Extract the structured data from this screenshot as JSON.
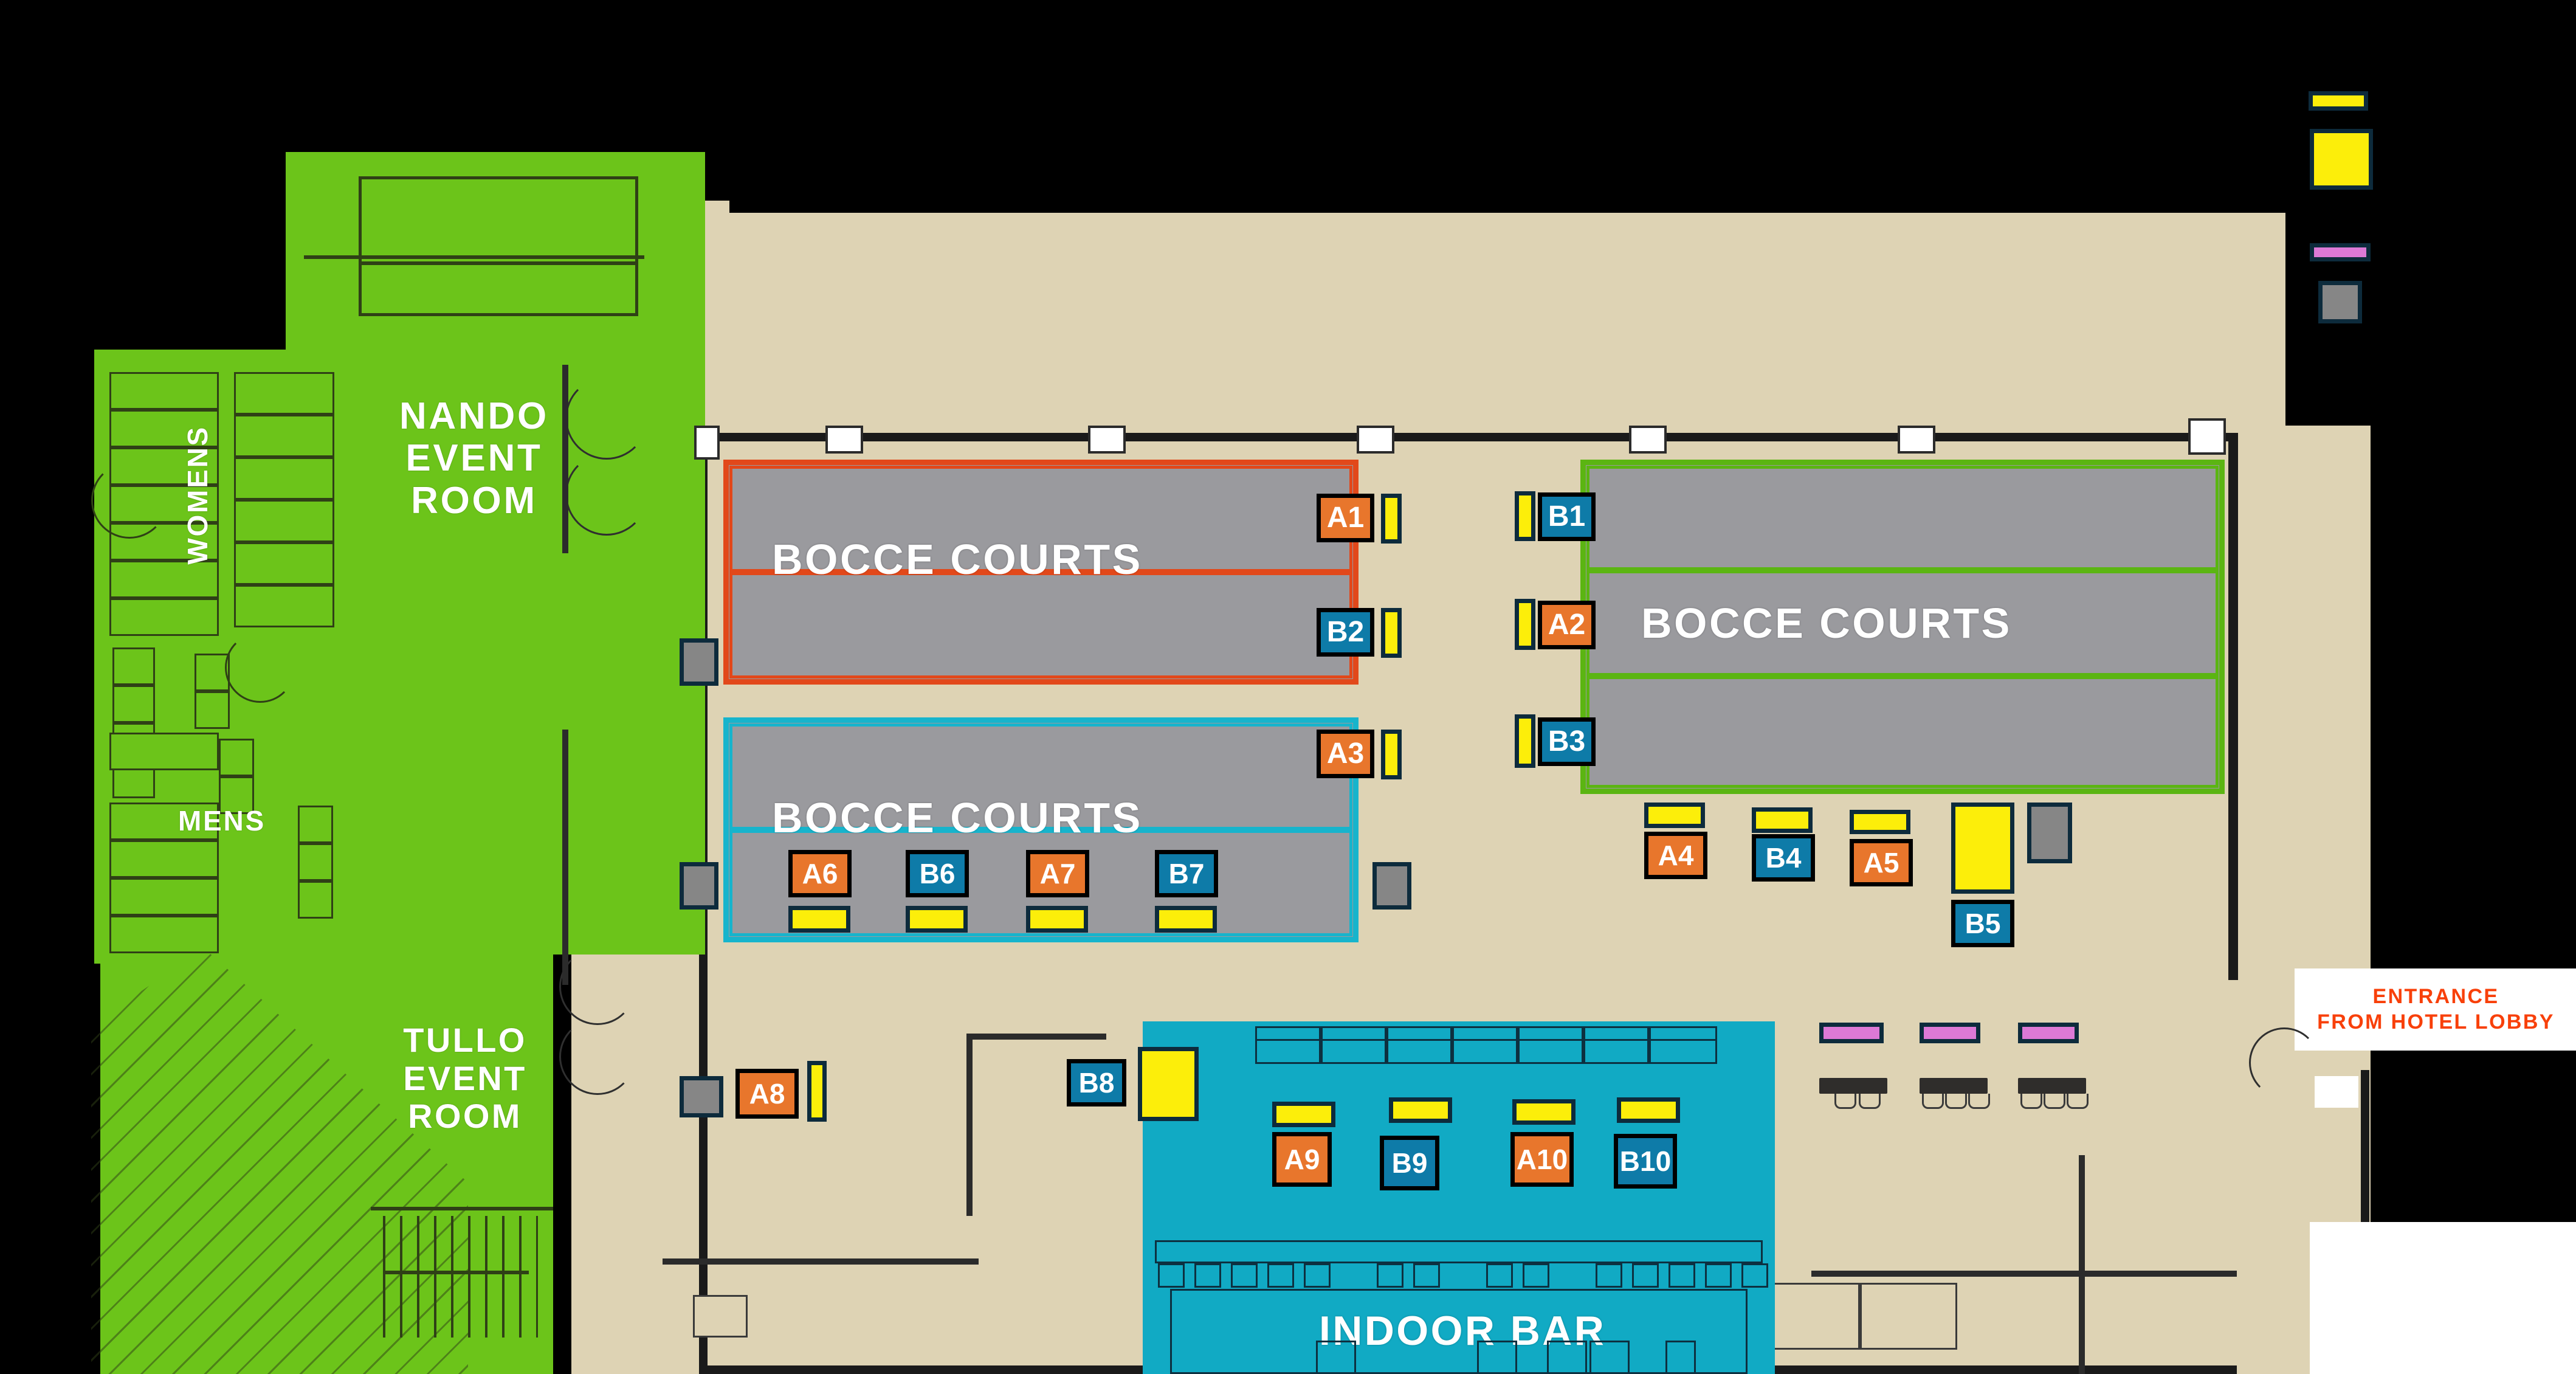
{
  "venue": {
    "rooms": [
      {
        "id": "nando",
        "label": "NANDO\nEVENT\nROOM"
      },
      {
        "id": "tullo",
        "label": "TULLO\nEVENT\nROOM"
      },
      {
        "id": "womens",
        "label": "WOMENS"
      },
      {
        "id": "mens",
        "label": "MENS"
      }
    ],
    "court_labels": [
      {
        "id": "court-left-upper",
        "label": "BOCCE COURTS"
      },
      {
        "id": "court-left-lower",
        "label": "BOCCE COURTS"
      },
      {
        "id": "court-right",
        "label": "BOCCE COURTS"
      }
    ],
    "bar_label": "INDOOR BAR",
    "entrance_note": "ENTRANCE\nFROM HOTEL LOBBY"
  },
  "markers": [
    {
      "id": "A1",
      "label": "A1",
      "type": "a"
    },
    {
      "id": "B2",
      "label": "B2",
      "type": "b"
    },
    {
      "id": "A3",
      "label": "A3",
      "type": "a"
    },
    {
      "id": "A6",
      "label": "A6",
      "type": "a"
    },
    {
      "id": "B6",
      "label": "B6",
      "type": "b"
    },
    {
      "id": "A7",
      "label": "A7",
      "type": "a"
    },
    {
      "id": "B7",
      "label": "B7",
      "type": "b"
    },
    {
      "id": "B1",
      "label": "B1",
      "type": "b"
    },
    {
      "id": "A2",
      "label": "A2",
      "type": "a"
    },
    {
      "id": "B3",
      "label": "B3",
      "type": "b"
    },
    {
      "id": "A4",
      "label": "A4",
      "type": "a"
    },
    {
      "id": "B4",
      "label": "B4",
      "type": "b"
    },
    {
      "id": "A5",
      "label": "A5",
      "type": "a"
    },
    {
      "id": "B5",
      "label": "B5",
      "type": "b"
    },
    {
      "id": "A8",
      "label": "A8",
      "type": "a"
    },
    {
      "id": "B8",
      "label": "B8",
      "type": "b"
    },
    {
      "id": "A9",
      "label": "A9",
      "type": "a"
    },
    {
      "id": "B9",
      "label": "B9",
      "type": "b"
    },
    {
      "id": "A10",
      "label": "A10",
      "type": "a"
    },
    {
      "id": "B10",
      "label": "B10",
      "type": "b"
    }
  ],
  "colors": {
    "marker_a": "#e8762c",
    "marker_b": "#0e7ba8",
    "yellow": "#fcee0a",
    "pink": "#dd79d6",
    "gray": "#868686",
    "room_green": "#6cc41a",
    "bar_teal": "#11aac4",
    "floor": "#ded3b4",
    "court_gray": "#9a9a9e",
    "court_outline_orange": "#e2481a",
    "court_outline_cyan": "#17b4cc",
    "court_outline_green": "#5bb512",
    "entrance_text": "#f8400a",
    "marker_border": "#0d2b3c"
  },
  "legend": {
    "items": [
      {
        "id": "legend-yellow-bar",
        "swatch": "yellow",
        "shape": "bar"
      },
      {
        "id": "legend-yellow-block",
        "swatch": "yellow",
        "shape": "block"
      },
      {
        "id": "legend-pink-bar",
        "swatch": "pink",
        "shape": "bar"
      },
      {
        "id": "legend-gray-block",
        "swatch": "gray",
        "shape": "block"
      }
    ]
  }
}
